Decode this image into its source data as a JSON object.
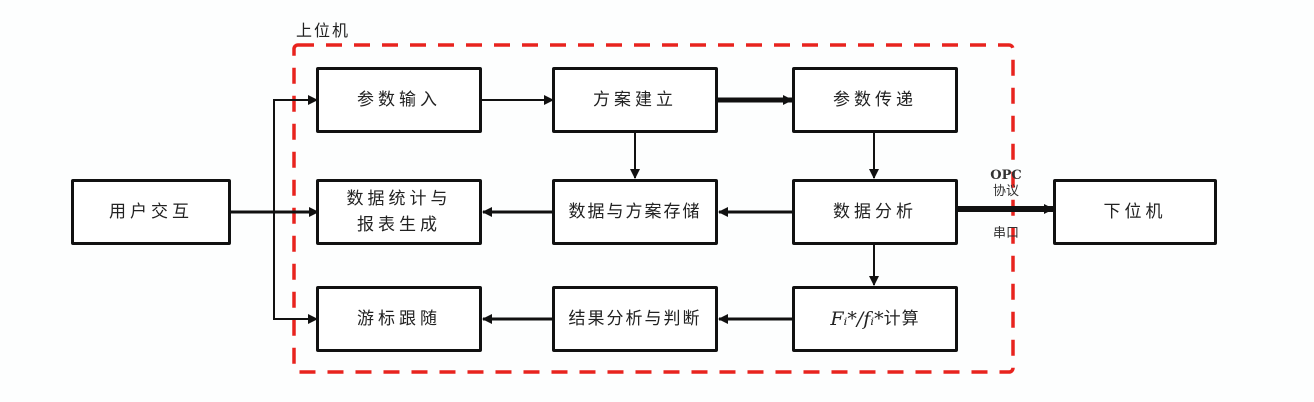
{
  "group_label": "上位机",
  "nodes": {
    "user_interaction": "用户交互",
    "param_input": "参数输入",
    "scheme_setup": "方案建立",
    "param_transfer": "参数传递",
    "data_statistics": "数据统计与报表生成",
    "data_statistics_line1": "数据统计与",
    "data_statistics_line2": "报表生成",
    "data_scheme_storage": "数据与方案存储",
    "data_analysis": "数据分析",
    "lower_machine": "下位机",
    "cursor_tracking": "游标跟随",
    "result_analysis": "结果分析与判断",
    "calc_formula": "Fᵢ*/fᵢ*",
    "calc_suffix": "计算"
  },
  "link_labels": {
    "protocol_line1": "OPC",
    "protocol_line2": "协议",
    "serial": "串口"
  },
  "colors": {
    "group_border": "#e8231e",
    "box_border": "#111111",
    "arrow": "#111111"
  }
}
